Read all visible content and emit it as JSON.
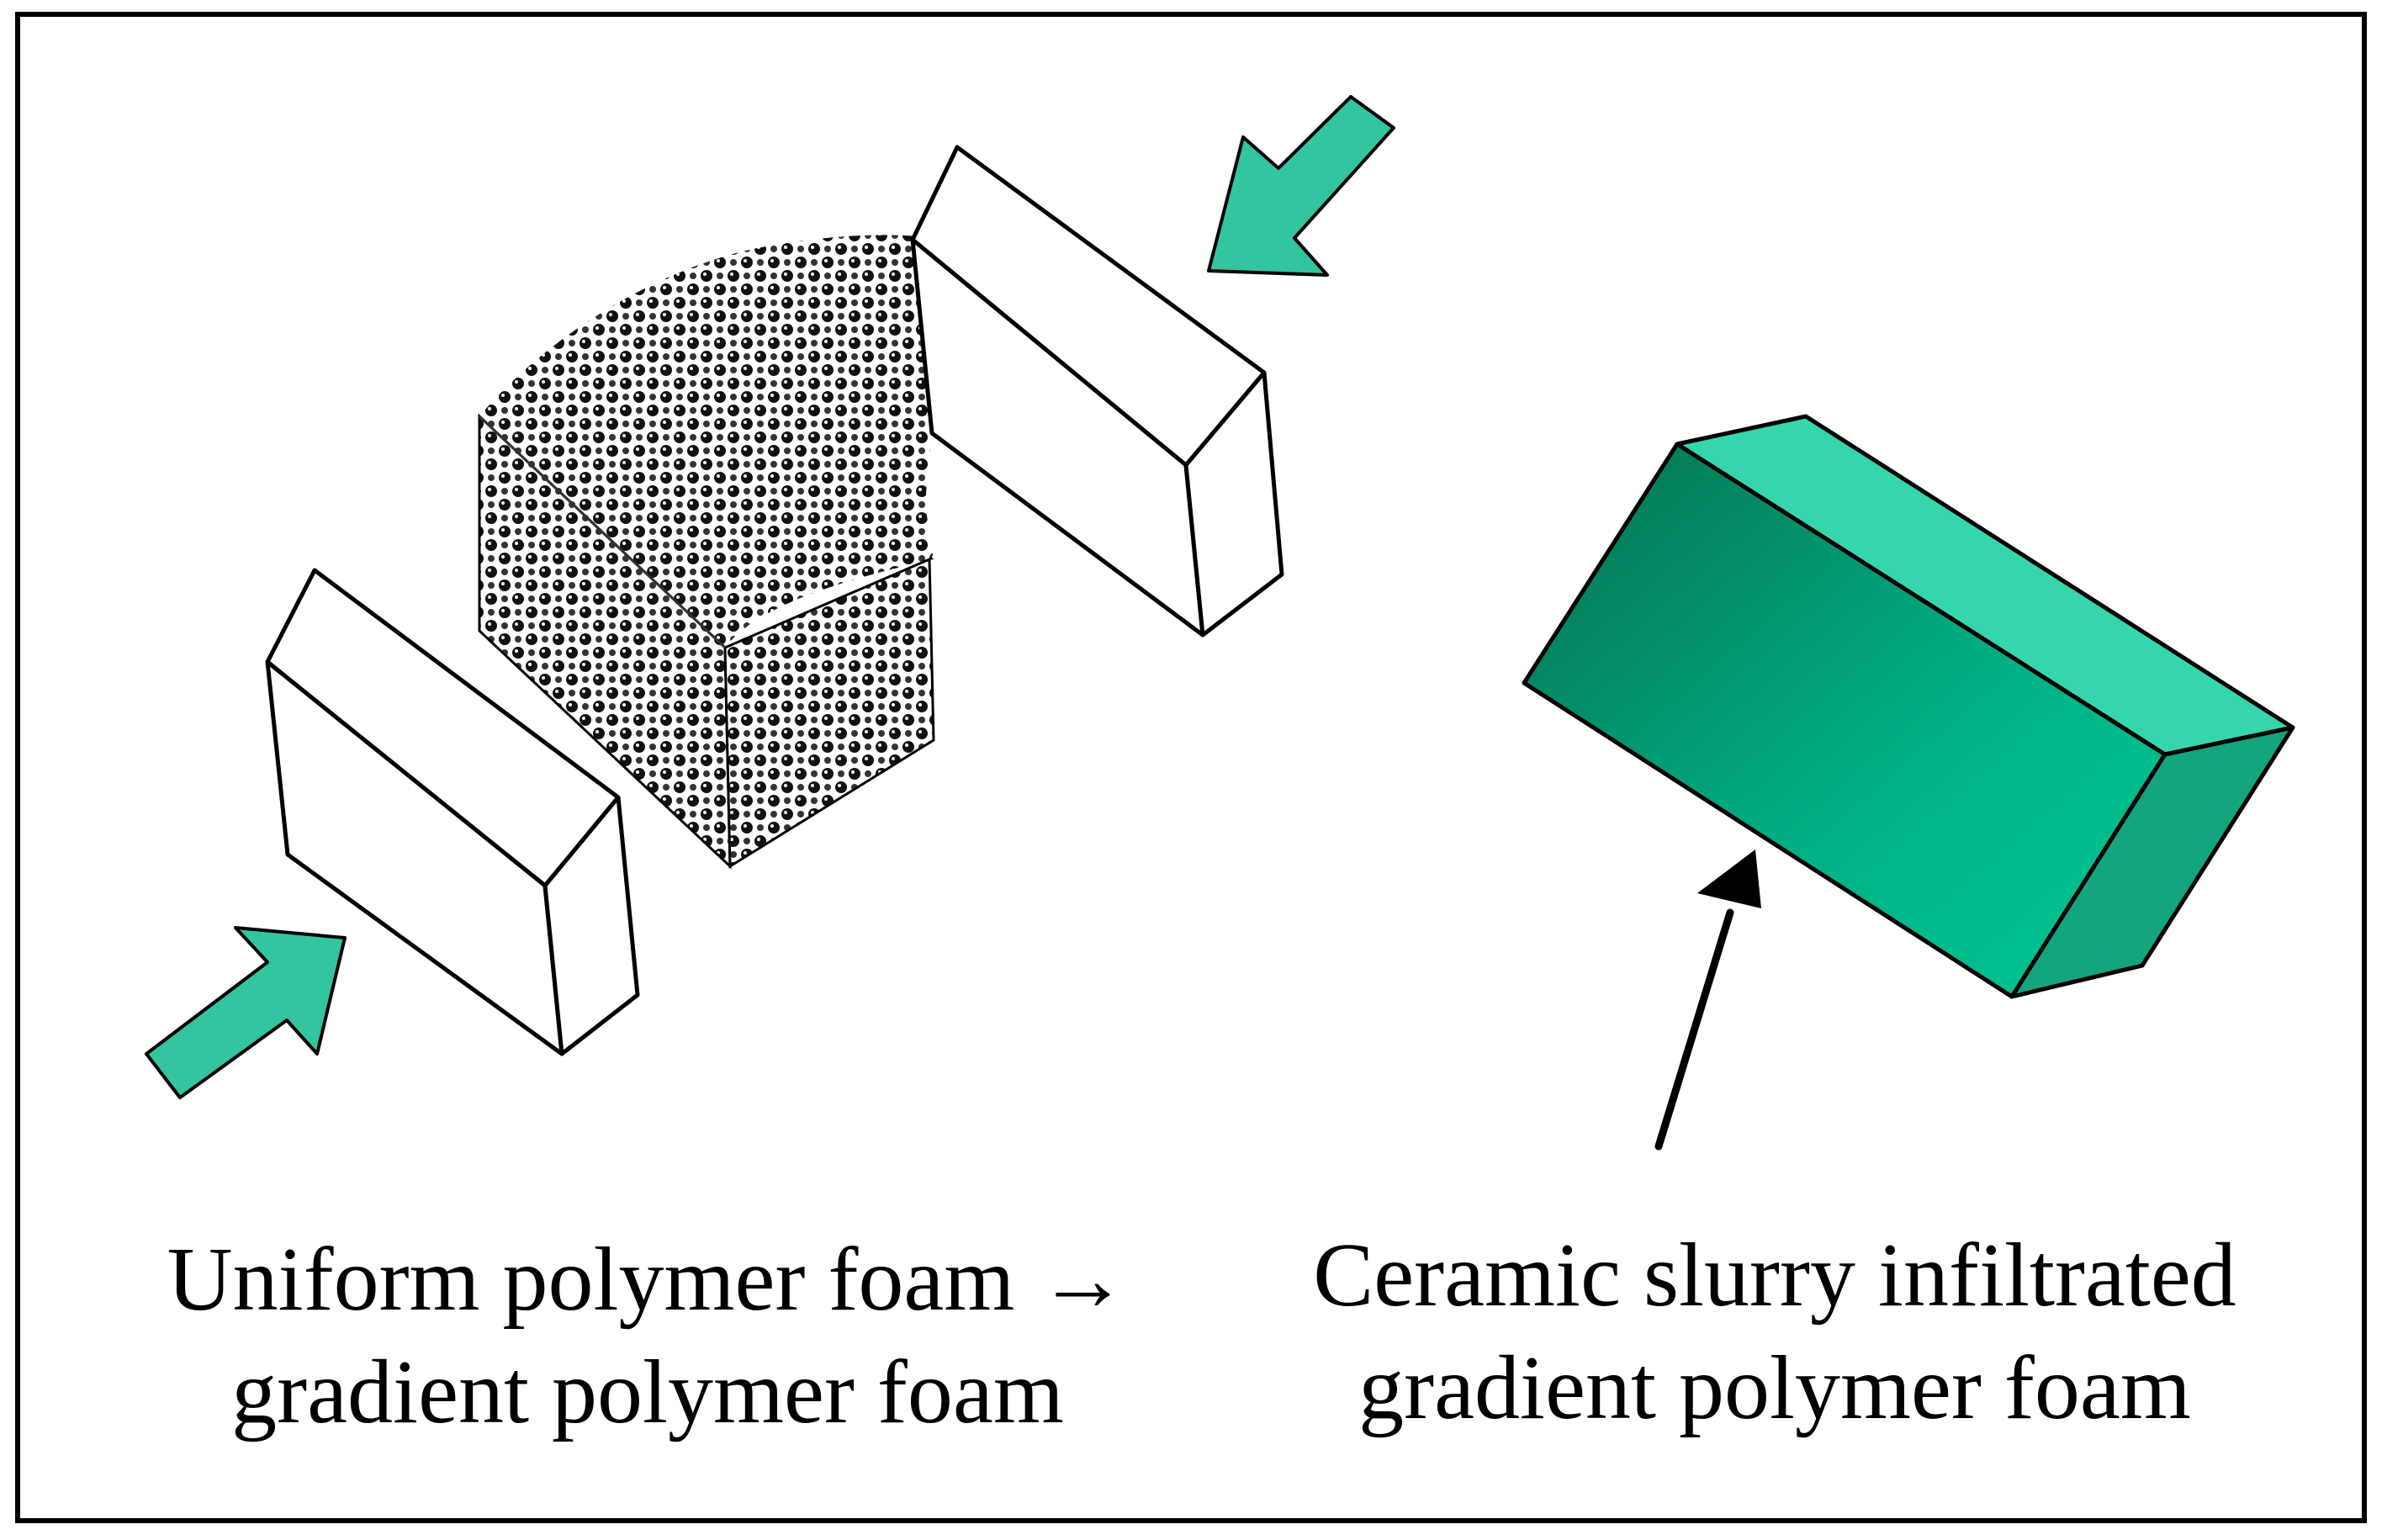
{
  "captions": {
    "left": {
      "line1": "Uniform polymer foam →",
      "line2": "gradient polymer foam"
    },
    "right": {
      "line1": "Ceramic slurry infiltrated",
      "line2": "gradient polymer foam"
    }
  },
  "colors": {
    "accent_arrow": "#33c4a0",
    "ceramic_top": "#35d6ae",
    "ceramic_front_dark": "#087a5c",
    "ceramic_front_light": "#00bf8f",
    "ceramic_side": "#14a57e",
    "foam_pattern": "#000000",
    "outline": "#000000",
    "plate_fill": "#ffffff"
  }
}
